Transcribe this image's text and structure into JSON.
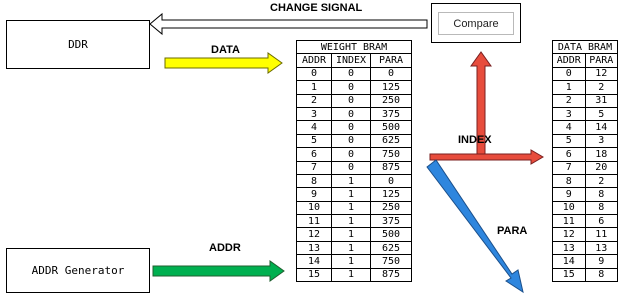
{
  "blocks": {
    "ddr": "DDR",
    "addr_gen": "ADDR Generator",
    "compare": "Compare"
  },
  "signals": {
    "change_signal": "CHANGE SIGNAL",
    "data": "DATA",
    "addr": "ADDR",
    "index": "INDEX",
    "para": "PARA"
  },
  "weight_bram": {
    "title": "WEIGHT BRAM",
    "headers": [
      "ADDR",
      "INDEX",
      "PARA"
    ],
    "rows": [
      [
        "0",
        "0",
        "0"
      ],
      [
        "1",
        "0",
        "125"
      ],
      [
        "2",
        "0",
        "250"
      ],
      [
        "3",
        "0",
        "375"
      ],
      [
        "4",
        "0",
        "500"
      ],
      [
        "5",
        "0",
        "625"
      ],
      [
        "6",
        "0",
        "750"
      ],
      [
        "7",
        "0",
        "875"
      ],
      [
        "8",
        "1",
        "0"
      ],
      [
        "9",
        "1",
        "125"
      ],
      [
        "10",
        "1",
        "250"
      ],
      [
        "11",
        "1",
        "375"
      ],
      [
        "12",
        "1",
        "500"
      ],
      [
        "13",
        "1",
        "625"
      ],
      [
        "14",
        "1",
        "750"
      ],
      [
        "15",
        "1",
        "875"
      ]
    ]
  },
  "data_bram": {
    "title": "DATA BRAM",
    "headers": [
      "ADDR",
      "PARA"
    ],
    "rows": [
      [
        "0",
        "12"
      ],
      [
        "1",
        "2"
      ],
      [
        "2",
        "31"
      ],
      [
        "3",
        "5"
      ],
      [
        "4",
        "14"
      ],
      [
        "5",
        "3"
      ],
      [
        "6",
        "18"
      ],
      [
        "7",
        "20"
      ],
      [
        "8",
        "2"
      ],
      [
        "9",
        "8"
      ],
      [
        "10",
        "8"
      ],
      [
        "11",
        "6"
      ],
      [
        "12",
        "11"
      ],
      [
        "13",
        "13"
      ],
      [
        "14",
        "9"
      ],
      [
        "15",
        "8"
      ]
    ]
  },
  "colors": {
    "data_arrow": "#ffff00",
    "addr_arrow": "#00b050",
    "index_arrow": "#e74c3c",
    "para_arrow": "#2e86de",
    "change_arrow": "#ffffff"
  }
}
